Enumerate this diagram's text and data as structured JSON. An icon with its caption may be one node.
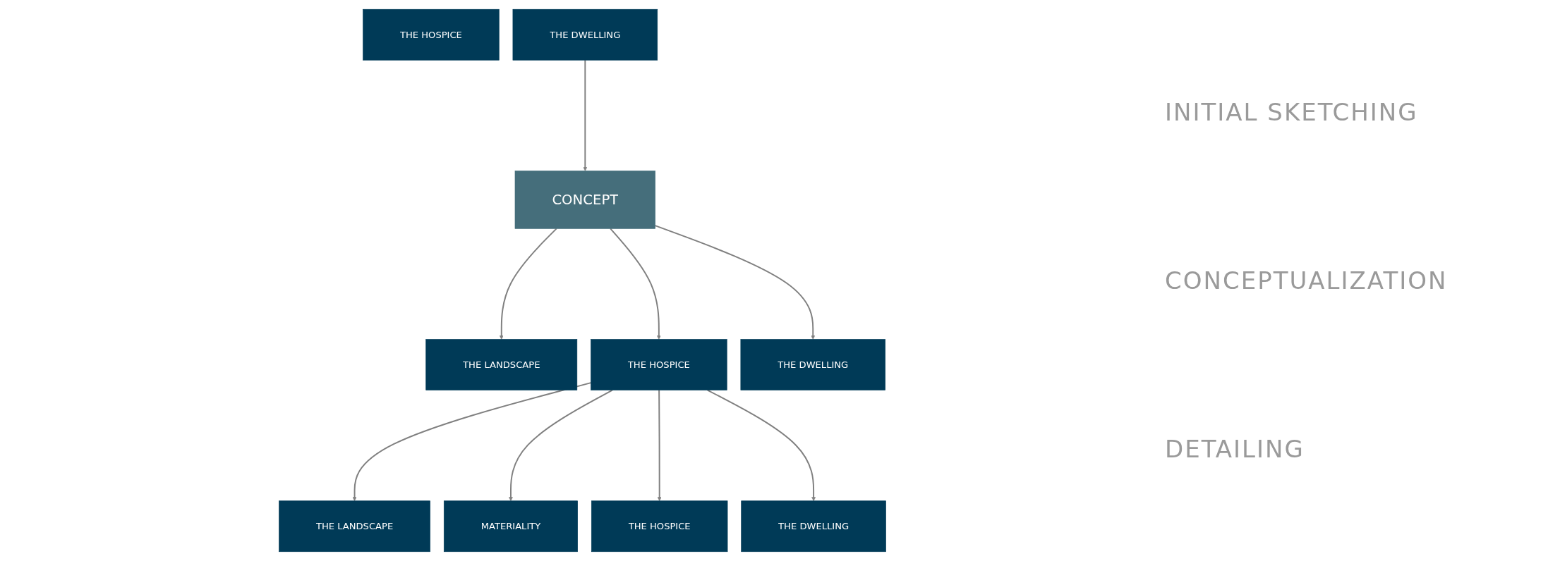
{
  "diagram": {
    "nodes": [
      {
        "text": [
          "THE HOSPICE"
        ]
      },
      {
        "text": [
          "THE DWELLING"
        ]
      },
      {
        "text": [
          "CONCEPT"
        ]
      },
      {
        "text": [
          "THE LANDSCAPE"
        ]
      },
      {
        "text": [
          "THE HOSPICE"
        ]
      },
      {
        "text": [
          "THE DWELLING"
        ]
      },
      {
        "text": [
          "THE LANDSCAPE"
        ]
      },
      {
        "text": [
          "MATERIALITY"
        ]
      },
      {
        "text": [
          "THE HOSPICE"
        ]
      },
      {
        "text": [
          "THE DWELLING"
        ]
      }
    ],
    "edges": [
      {
        "from": 1,
        "to": 2,
        "arrow": "to"
      },
      {
        "from": 2,
        "to": 3,
        "arrow": "to"
      },
      {
        "from": 2,
        "to": 4,
        "arrow": "to"
      },
      {
        "from": 2,
        "to": 5,
        "arrow": "to"
      },
      {
        "from": 4,
        "to": 6,
        "arrow": "to"
      },
      {
        "from": 4,
        "to": 7,
        "arrow": "to"
      },
      {
        "from": 4,
        "to": 8,
        "arrow": "to"
      },
      {
        "from": 4,
        "to": 9,
        "arrow": "to"
      }
    ],
    "labels": [
      "INITIAL SKETCHING",
      "CONCEPTUALIZATION",
      "DETAILING"
    ]
  }
}
